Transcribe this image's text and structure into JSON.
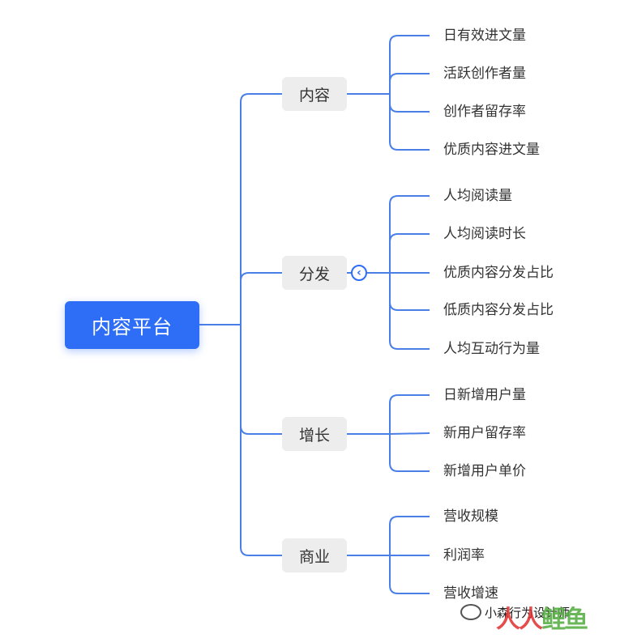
{
  "root": {
    "label": "内容平台"
  },
  "branches": [
    {
      "label": "内容",
      "leaves": [
        "日有效进文量",
        "活跃创作者量",
        "创作者留存率",
        "优质内容进文量"
      ]
    },
    {
      "label": "分发",
      "leaves": [
        "人均阅读量",
        "人均阅读时长",
        "优质内容分发占比",
        "低质内容分发占比",
        "人均互动行为量"
      ]
    },
    {
      "label": "增长",
      "leaves": [
        "日新增用户量",
        "新用户留存率",
        "新增用户单价"
      ]
    },
    {
      "label": "商业",
      "leaves": [
        "营收规模",
        "利润率",
        "营收增速"
      ]
    }
  ],
  "collapse_toggle": "‹",
  "watermark": {
    "text": "小森行为设计师",
    "logo_a": "人人",
    "logo_b": "鲤鱼"
  },
  "colors": {
    "accent": "#2e6df6",
    "line": "#4a7fe8",
    "branch_bg": "#ededed"
  }
}
